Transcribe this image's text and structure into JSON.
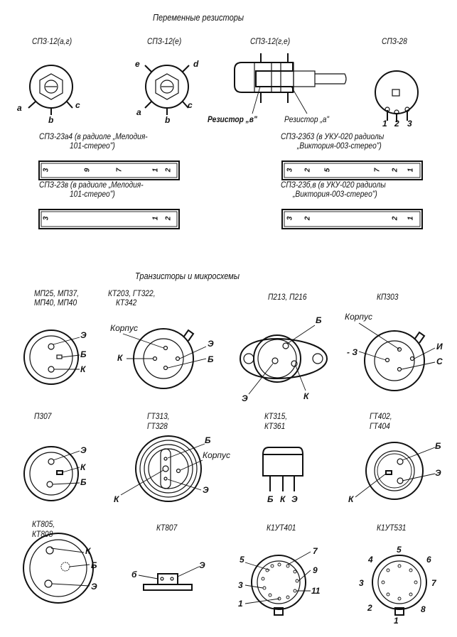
{
  "resistors": {
    "title": "Переменные резисторы",
    "sp3_12_ag": {
      "name": "СПЗ·12(а,г)",
      "pins": [
        "a",
        "b",
        "c"
      ]
    },
    "sp3_12_e": {
      "name": "СПЗ-12(е)",
      "pins": [
        "e",
        "d",
        "a",
        "b",
        "c"
      ]
    },
    "sp3_12_ge": {
      "name": "СПЗ-12(г,е)",
      "res_v": "Резистор „в\"",
      "res_a": "Резистор „а\""
    },
    "sp3_28": {
      "name": "СПЗ-28",
      "pins": [
        "1",
        "2",
        "3"
      ]
    },
    "sp3_23a4": {
      "name": "СПЗ-23а4 (в радиоле „Мелодия-",
      "name2": "101-стерео\")",
      "pins": [
        "3",
        "9",
        "7",
        "1",
        "2"
      ]
    },
    "sp3_23b3": {
      "name": "СПЗ-23б3 (в УКУ-020 радиолы",
      "name2": "„Виктория-003-стерео\")",
      "pins": [
        "3",
        "2",
        "5",
        "7",
        "2",
        "1"
      ]
    },
    "sp3_23v": {
      "name": "СПЗ-23в (в радиоле „Мелодия-",
      "name2": "101-стерео\")",
      "pins": [
        "3",
        "1",
        "2"
      ]
    },
    "sp3_23bv": {
      "name": "СПЗ-23б,в (в УКУ-020 радиолы",
      "name2": "„Виктория-003-стерео\")",
      "pins": [
        "3",
        "2",
        "2",
        "1"
      ]
    }
  },
  "transistors": {
    "title": "Транзисторы и микросхемы",
    "mp25": {
      "name": "МП25, МП37,",
      "name2": "МП40, МП40",
      "pins": [
        "Э",
        "Б",
        "К"
      ]
    },
    "kt203": {
      "name": "КТ203, ГТ322,",
      "name2": "КТ342",
      "pins": [
        "Корпус",
        "К",
        "Э",
        "Б"
      ]
    },
    "p213": {
      "name": "П213, П216",
      "pins": [
        "Б",
        "Э",
        "К"
      ]
    },
    "kp303": {
      "name": "КП303",
      "pins": [
        "Корпус",
        "- З",
        "И",
        "С"
      ]
    },
    "p307": {
      "name": "П307",
      "pins": [
        "Э",
        "К",
        "Б"
      ]
    },
    "gt313": {
      "name": "ГТ313,",
      "name2": "ГТ328",
      "pins": [
        "Б",
        "Корпус",
        "К",
        "Э"
      ]
    },
    "kt315": {
      "name": "КТ315,",
      "name2": "КТ361",
      "pins": [
        "Б",
        "К",
        "Э"
      ]
    },
    "gt402": {
      "name": "ГТ402,",
      "name2": "ГТ404",
      "pins": [
        "Б",
        "Э",
        "К"
      ]
    },
    "kt805": {
      "name": "КТ805,",
      "name2": "КТ808",
      "pins": [
        "К",
        "Б",
        "Э"
      ]
    },
    "kt807": {
      "name": "КТ807",
      "pins": [
        "б",
        "Э"
      ]
    },
    "k1ut401": {
      "name": "К1УТ401",
      "pins": [
        "5",
        "7",
        "9",
        "3",
        "11",
        "1"
      ]
    },
    "k1ut531": {
      "name": "К1УТ531",
      "pins": [
        "5",
        "4",
        "6",
        "3",
        "7",
        "2",
        "8",
        "1"
      ]
    }
  }
}
